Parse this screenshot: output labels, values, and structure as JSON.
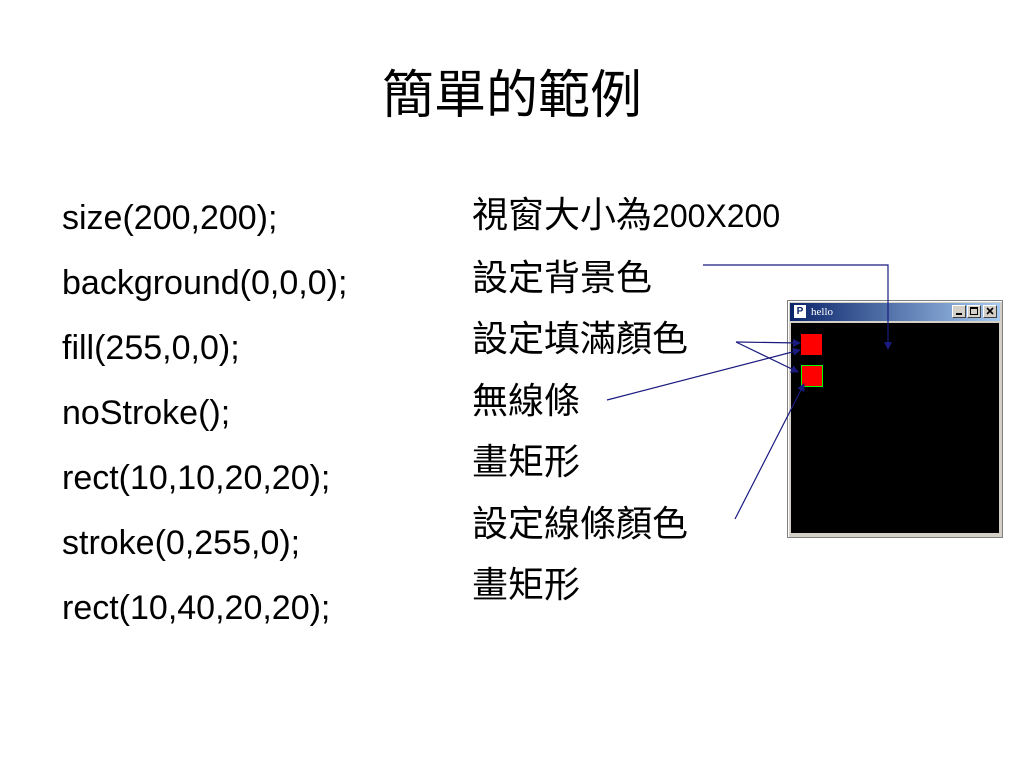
{
  "slide": {
    "title": "簡單的範例"
  },
  "code_lines": [
    "size(200,200);",
    "background(0,0,0);",
    "fill(255,0,0);",
    "noStroke();",
    "rect(10,10,20,20);",
    "stroke(0,255,0);",
    "rect(10,40,20,20);"
  ],
  "descriptions": [
    {
      "text": "視窗大小為",
      "latin": "200X200"
    },
    {
      "text": "設定背景色",
      "latin": ""
    },
    {
      "text": "設定填滿顏色",
      "latin": ""
    },
    {
      "text": "無線條",
      "latin": ""
    },
    {
      "text": "畫矩形",
      "latin": ""
    },
    {
      "text": "設定線條顏色",
      "latin": ""
    },
    {
      "text": "畫矩形",
      "latin": ""
    }
  ],
  "sketch_window": {
    "icon_letter": "P",
    "title": "hello",
    "canvas_color": "#000000",
    "fill_color": "#ff0000",
    "stroke_color": "#00ff00",
    "titlebar_color": "#0a246a"
  },
  "colors": {
    "arrow": "#1a1a80",
    "text": "#000000",
    "background": "#ffffff"
  }
}
